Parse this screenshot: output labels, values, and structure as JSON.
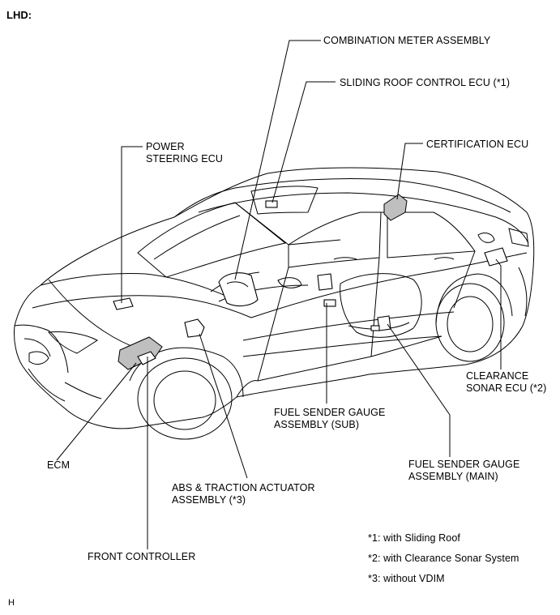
{
  "header": {
    "title": "LHD:"
  },
  "labels": {
    "combination_meter": "COMBINATION METER ASSEMBLY",
    "sliding_roof_ecu": "SLIDING ROOF CONTROL ECU (*1)",
    "power_steering_ecu": "POWER\nSTEERING ECU",
    "certification_ecu": "CERTIFICATION ECU",
    "clearance_sonar_ecu": "CLEARANCE\nSONAR ECU (*2)",
    "fuel_sender_sub": "FUEL SENDER GAUGE\nASSEMBLY (SUB)",
    "fuel_sender_main": "FUEL SENDER GAUGE\nASSEMBLY (MAIN)",
    "ecm": "ECM",
    "abs_actuator": "ABS & TRACTION ACTUATOR\nASSEMBLY (*3)",
    "front_controller": "FRONT CONTROLLER"
  },
  "notes": [
    "*1: with Sliding Roof",
    "*2: with Clearance Sonar System",
    "*3: without VDIM"
  ],
  "footer": {
    "code": "H"
  }
}
